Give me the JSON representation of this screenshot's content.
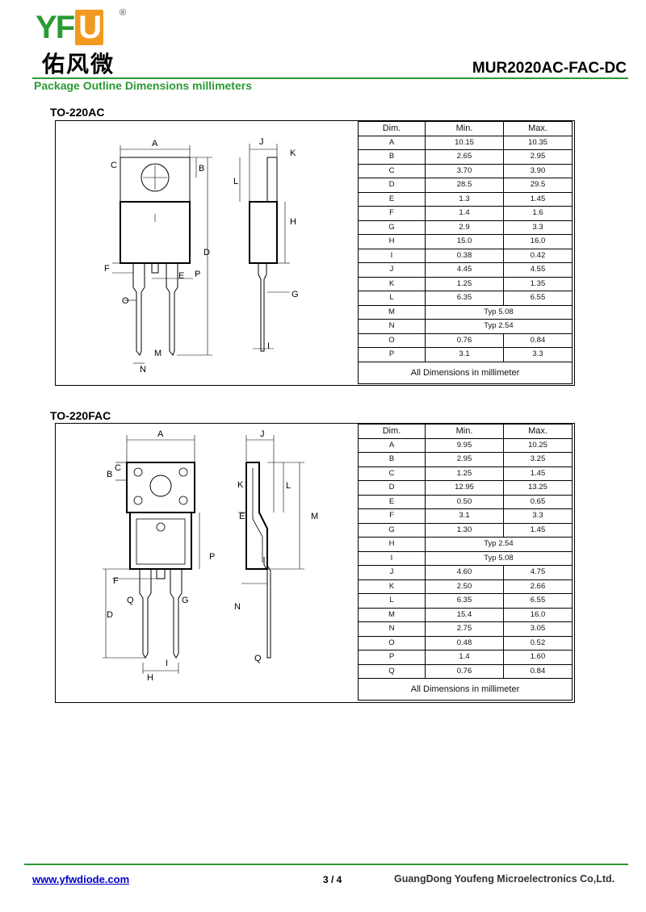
{
  "header": {
    "logo_y": "Y",
    "logo_f": "F",
    "logo_u": "U",
    "logo_reg": "®",
    "brand_cn": "佑风微",
    "part_no": "MUR2020AC-FAC-DC",
    "section_title": "Package Outline Dimensions millimeters"
  },
  "packages": [
    {
      "label": "TO-220AC",
      "columns": [
        "Dim.",
        "Min.",
        "Max."
      ],
      "rows": [
        {
          "dim": "A",
          "min": "10.15",
          "max": "10.35"
        },
        {
          "dim": "B",
          "min": "2.65",
          "max": "2.95"
        },
        {
          "dim": "C",
          "min": "3.70",
          "max": "3.90"
        },
        {
          "dim": "D",
          "min": "28.5",
          "max": "29.5"
        },
        {
          "dim": "E",
          "min": "1.3",
          "max": "1.45"
        },
        {
          "dim": "F",
          "min": "1.4",
          "max": "1.6"
        },
        {
          "dim": "G",
          "min": "2.9",
          "max": "3.3"
        },
        {
          "dim": "H",
          "min": "15.0",
          "max": "16.0"
        },
        {
          "dim": "I",
          "min": "0.38",
          "max": "0.42"
        },
        {
          "dim": "J",
          "min": "4.45",
          "max": "4.55"
        },
        {
          "dim": "K",
          "min": "1.25",
          "max": "1.35"
        },
        {
          "dim": "L",
          "min": "6.35",
          "max": "6.55"
        },
        {
          "dim": "M",
          "typ": "Typ 5.08"
        },
        {
          "dim": "N",
          "typ": "Typ 2.54"
        },
        {
          "dim": "O",
          "min": "0.76",
          "max": "0.84"
        },
        {
          "dim": "P",
          "min": "3.1",
          "max": "3.3"
        }
      ],
      "footer": "All Dimensions in millimeter",
      "drawing_labels": {
        "A": "A",
        "B": "B",
        "C": "C",
        "D": "D",
        "E": "E",
        "F": "F",
        "G": "G",
        "H": "H",
        "I": "I",
        "J": "J",
        "K": "K",
        "L": "L",
        "M": "M",
        "N": "N",
        "O": "O",
        "P": "P"
      }
    },
    {
      "label": "TO-220FAC",
      "columns": [
        "Dim.",
        "Min.",
        "Max."
      ],
      "rows": [
        {
          "dim": "A",
          "min": "9.95",
          "max": "10.25"
        },
        {
          "dim": "B",
          "min": "2.95",
          "max": "3.25"
        },
        {
          "dim": "C",
          "min": "1.25",
          "max": "1.45"
        },
        {
          "dim": "D",
          "min": "12.95",
          "max": "13.25"
        },
        {
          "dim": "E",
          "min": "0.50",
          "max": "0.65"
        },
        {
          "dim": "F",
          "min": "3.1",
          "max": "3.3"
        },
        {
          "dim": "G",
          "min": "1.30",
          "max": "1.45"
        },
        {
          "dim": "H",
          "typ": "Typ 2.54"
        },
        {
          "dim": "I",
          "typ": "Typ 5.08"
        },
        {
          "dim": "J",
          "min": "4.60",
          "max": "4.75"
        },
        {
          "dim": "K",
          "min": "2.50",
          "max": "2.66"
        },
        {
          "dim": "L",
          "min": "6.35",
          "max": "6.55"
        },
        {
          "dim": "M",
          "min": "15.4",
          "max": "16.0"
        },
        {
          "dim": "N",
          "min": "2.75",
          "max": "3.05"
        },
        {
          "dim": "O",
          "min": "0.48",
          "max": "0.52"
        },
        {
          "dim": "P",
          "min": "1.4",
          "max": "1.60"
        },
        {
          "dim": "Q",
          "min": "0.76",
          "max": "0.84"
        }
      ],
      "footer": "All Dimensions in millimeter",
      "drawing_labels": {
        "A": "A",
        "B": "B",
        "C": "C",
        "D": "D",
        "E": "E",
        "F": "F",
        "G": "G",
        "H": "H",
        "I": "I",
        "J": "J",
        "K": "K",
        "L": "L",
        "M": "M",
        "N": "N",
        "P": "P",
        "Q": "Q"
      }
    }
  ],
  "footer": {
    "url": "www.yfwdiode.com",
    "page": "3 / 4",
    "company": "GuangDong Youfeng Microelectronics Co,Ltd."
  }
}
